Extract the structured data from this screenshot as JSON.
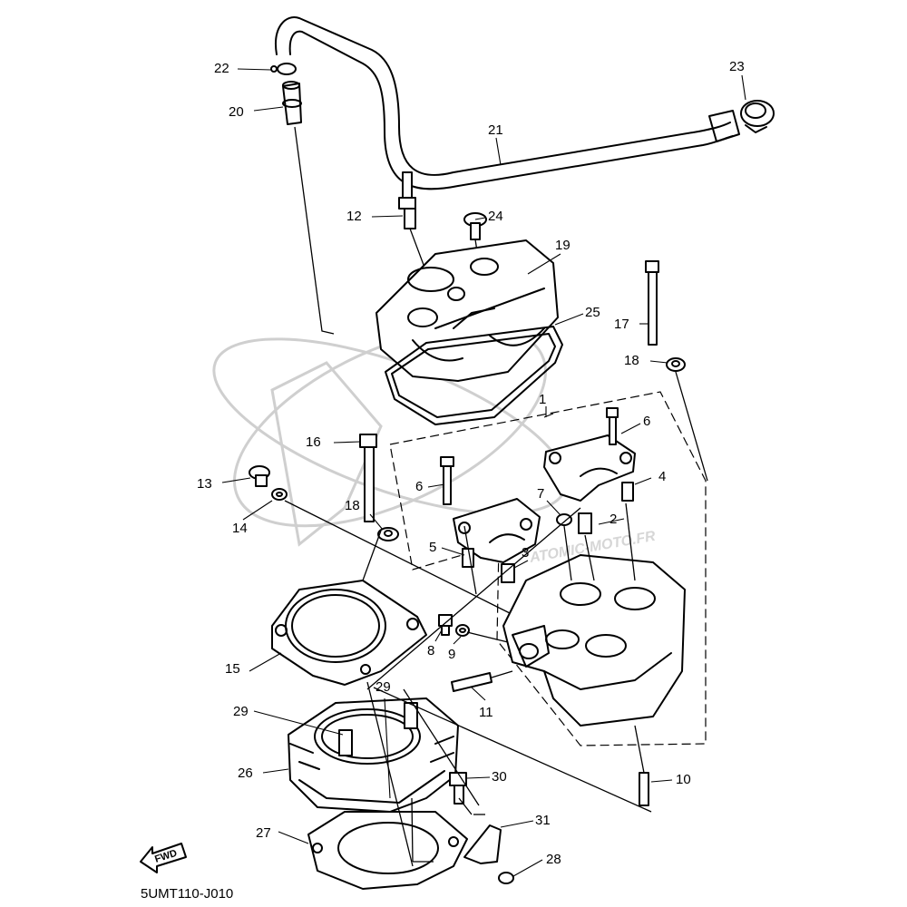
{
  "diagram_code": "5UMT110-J010",
  "fwd_label": "FWD",
  "watermark": "ATOMIC-MOTO.FR",
  "callouts": {
    "c1": "1",
    "c2": "2",
    "c3": "3",
    "c4": "4",
    "c5": "5",
    "c6a": "6",
    "c6b": "6",
    "c7": "7",
    "c8": "8",
    "c9": "9",
    "c10": "10",
    "c11": "11",
    "c12": "12",
    "c13": "13",
    "c14": "14",
    "c15": "15",
    "c16": "16",
    "c17": "17",
    "c18a": "18",
    "c18b": "18",
    "c19": "19",
    "c20": "20",
    "c21": "21",
    "c22": "22",
    "c23": "23",
    "c24": "24",
    "c25": "25",
    "c26": "26",
    "c27": "27",
    "c28": "28",
    "c29a": "29",
    "c29b": "29",
    "c30": "30",
    "c31": "31"
  }
}
